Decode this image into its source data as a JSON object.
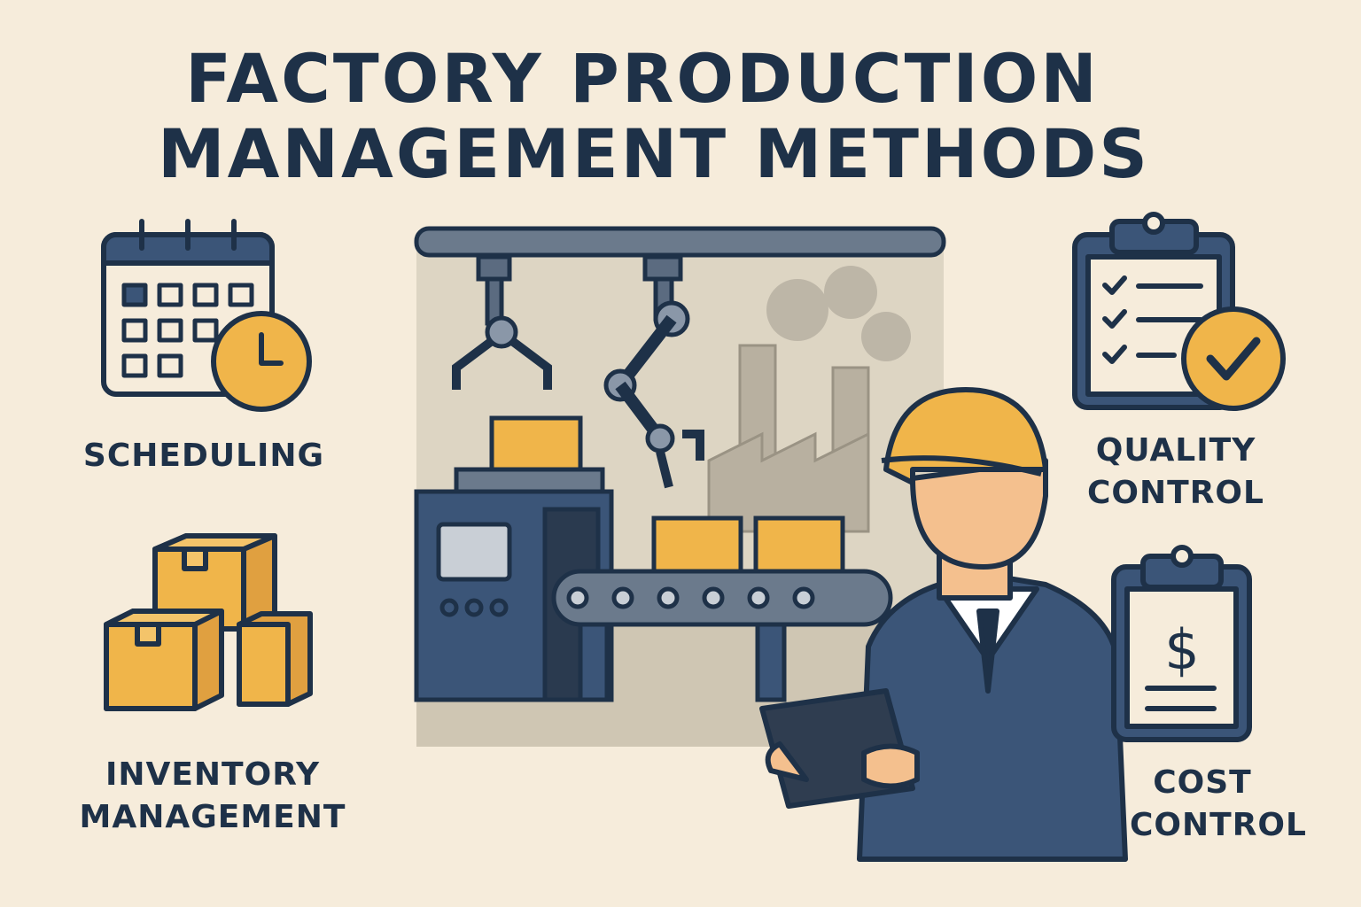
{
  "title": {
    "line1": "FACTORY PRODUCTION",
    "line2": "MANAGEMENT METHODS"
  },
  "methods": [
    {
      "id": "scheduling",
      "lines": [
        "SCHEDULING"
      ],
      "icon": "calendar-clock-icon"
    },
    {
      "id": "inventory",
      "lines": [
        "INVENTORY",
        "MANAGEMENT"
      ],
      "icon": "boxes-icon"
    },
    {
      "id": "quality",
      "lines": [
        "QUALITY",
        "CONTROL"
      ],
      "icon": "checklist-clipboard-icon"
    },
    {
      "id": "cost",
      "lines": [
        "COST",
        "CONTROL"
      ],
      "icon": "dollar-clipboard-icon"
    }
  ],
  "colors": {
    "background": "#f6ecdb",
    "navy": "#1e3148",
    "yellow": "#f0b54a",
    "steel": "#3b5578",
    "gray": "#c9c0ae"
  }
}
